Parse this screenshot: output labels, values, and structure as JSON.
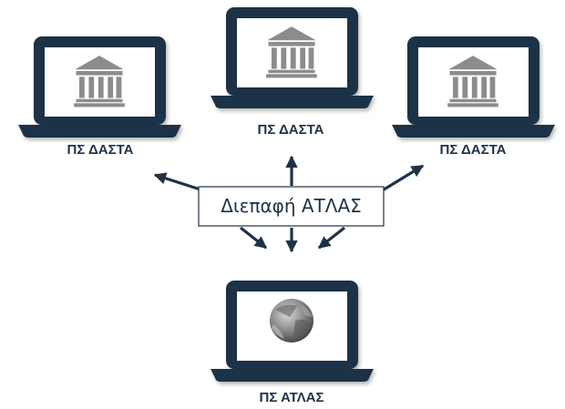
{
  "nodes": {
    "top_left": {
      "label": "ΠΣ ΔΑΣΤΑ",
      "icon": "museum-icon"
    },
    "top_center": {
      "label": "ΠΣ ΔΑΣΤΑ",
      "icon": "museum-icon"
    },
    "top_right": {
      "label": "ΠΣ ΔΑΣΤΑ",
      "icon": "museum-icon"
    },
    "bottom": {
      "label": "ΠΣ ΑΤΛΑΣ",
      "icon": "globe-icon"
    }
  },
  "interface": {
    "label": "Διεπαφή ΑΤΛΑΣ"
  },
  "colors": {
    "laptop_dark": "#1f3347",
    "laptop_screen": "#ffffff",
    "icon_gray": "#8c8c8c",
    "arrow": "#1f3347"
  }
}
